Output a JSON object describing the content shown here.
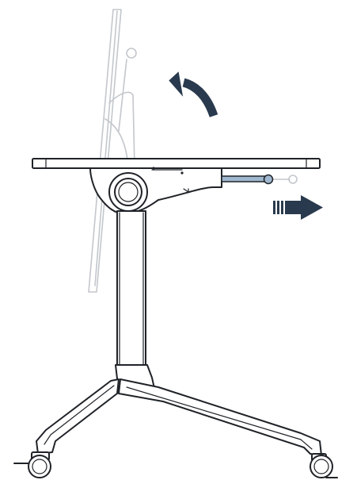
{
  "diagram": {
    "colors": {
      "ink": "#1f2328",
      "ghost_outline": "#c3c7cc",
      "arrow_fill": "#2a3a4e",
      "handle_highlight": "#9fb7cf",
      "background": "#ffffff"
    },
    "arrows": [
      {
        "name": "tilt-up-arrow",
        "direction": "curved-up-left"
      },
      {
        "name": "pull-right-arrow",
        "direction": "right"
      }
    ],
    "states": [
      {
        "name": "table-top-flat",
        "style": "solid"
      },
      {
        "name": "table-top-flipped",
        "style": "ghost"
      }
    ]
  }
}
